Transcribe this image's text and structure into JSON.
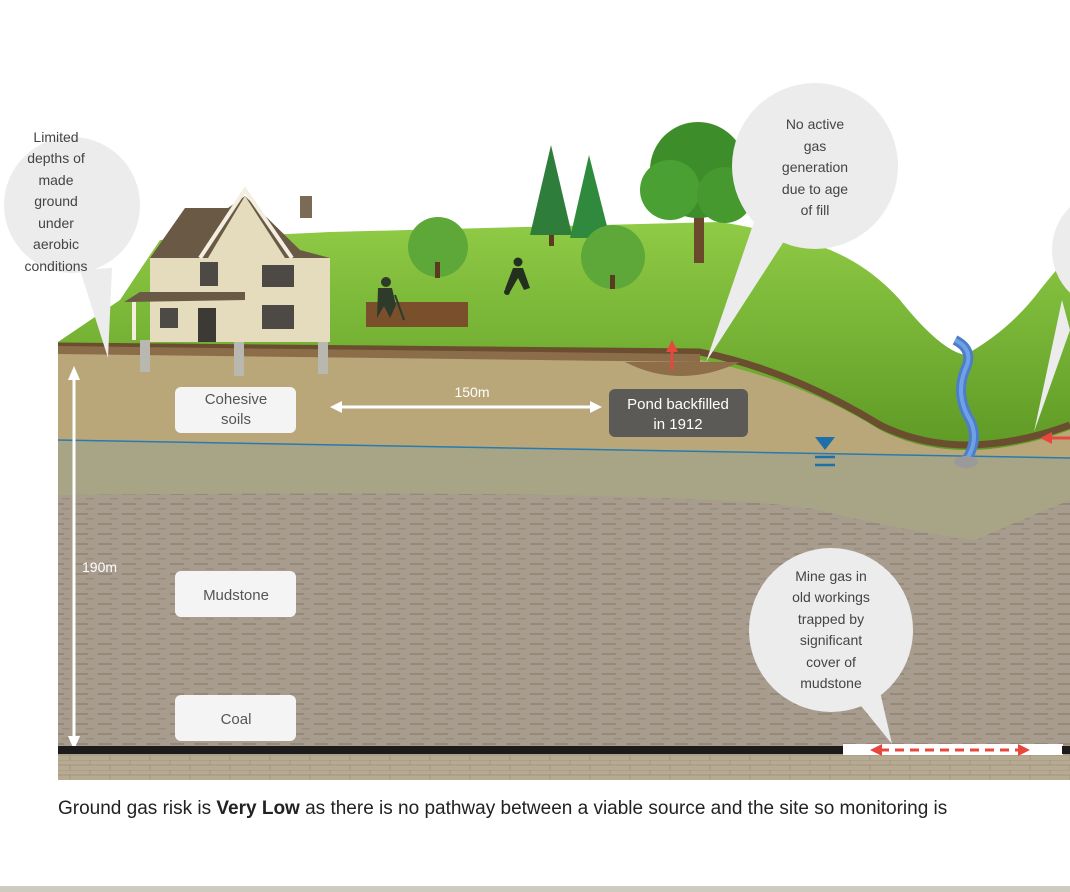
{
  "callouts": {
    "limited": [
      "Limited",
      "depths of",
      "made",
      "ground",
      "under",
      "aerobic",
      "conditions"
    ],
    "no_active": [
      "No active",
      "gas",
      "generation",
      "due to age",
      "of fill"
    ],
    "mine_gas": [
      "Mine gas in",
      "old workings",
      "trapped by",
      "significant",
      "cover of",
      "mudstone"
    ]
  },
  "layers": {
    "cohesive": [
      "Cohesive",
      "soils"
    ],
    "mudstone": "Mudstone",
    "coal": "Coal"
  },
  "pond_label": [
    "Pond backfilled",
    "in 1912"
  ],
  "distance_label": "150m",
  "depth_label": "190m",
  "caption": {
    "prefix": "Ground gas risk is ",
    "bold": "Very Low",
    "suffix": " as there is no pathway between a viable source and the site so monitoring is"
  },
  "colors": {
    "grass": "#7dbb3a",
    "soil": "#b9a77a",
    "mudstone": "#a89c8e",
    "water_table": "#2a7ab0",
    "arrow_red": "#e8473d",
    "callout_bg": "#ececec"
  }
}
